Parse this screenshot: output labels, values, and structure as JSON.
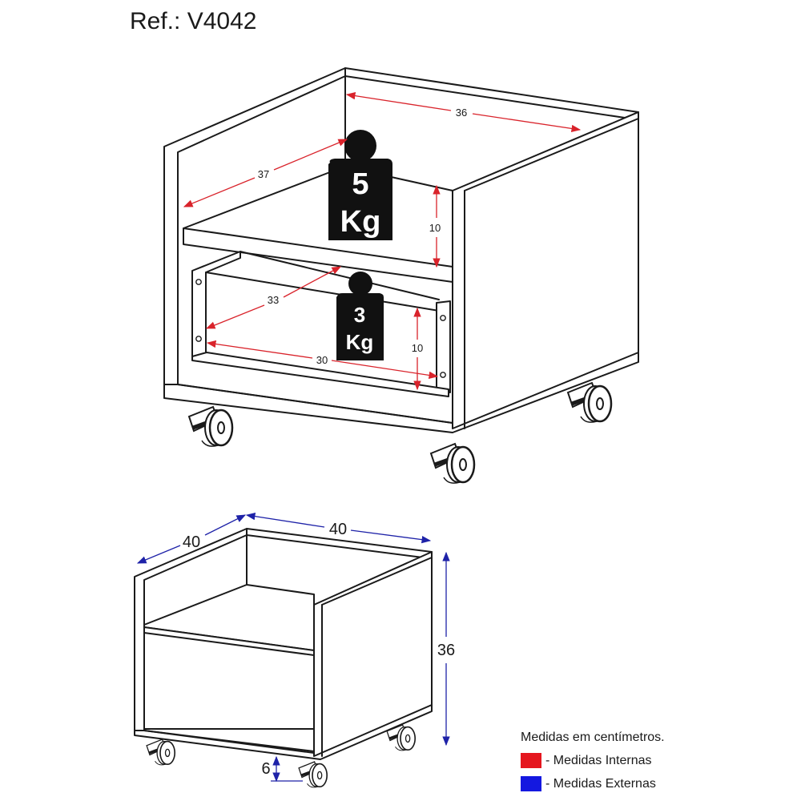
{
  "title": "Ref.: V4042",
  "top_view": {
    "weights": {
      "upper": {
        "value": "5",
        "unit": "Kg"
      },
      "lower": {
        "value": "3",
        "unit": "Kg"
      }
    },
    "internal_dimensions": {
      "width_top": "36",
      "depth_top": "37",
      "height_top": "10",
      "depth_bottom": "33",
      "width_bottom": "30",
      "height_bottom": "10"
    }
  },
  "bottom_view": {
    "external_dimensions": {
      "depth": "40",
      "width": "40",
      "height": "36",
      "wheel_height": "6"
    }
  },
  "legend": {
    "heading": "Medidas em centímetros.",
    "items": [
      {
        "label": "- Medidas Internas",
        "color": "#e5161e"
      },
      {
        "label": "- Medidas Externas",
        "color": "#1418e0"
      }
    ]
  }
}
